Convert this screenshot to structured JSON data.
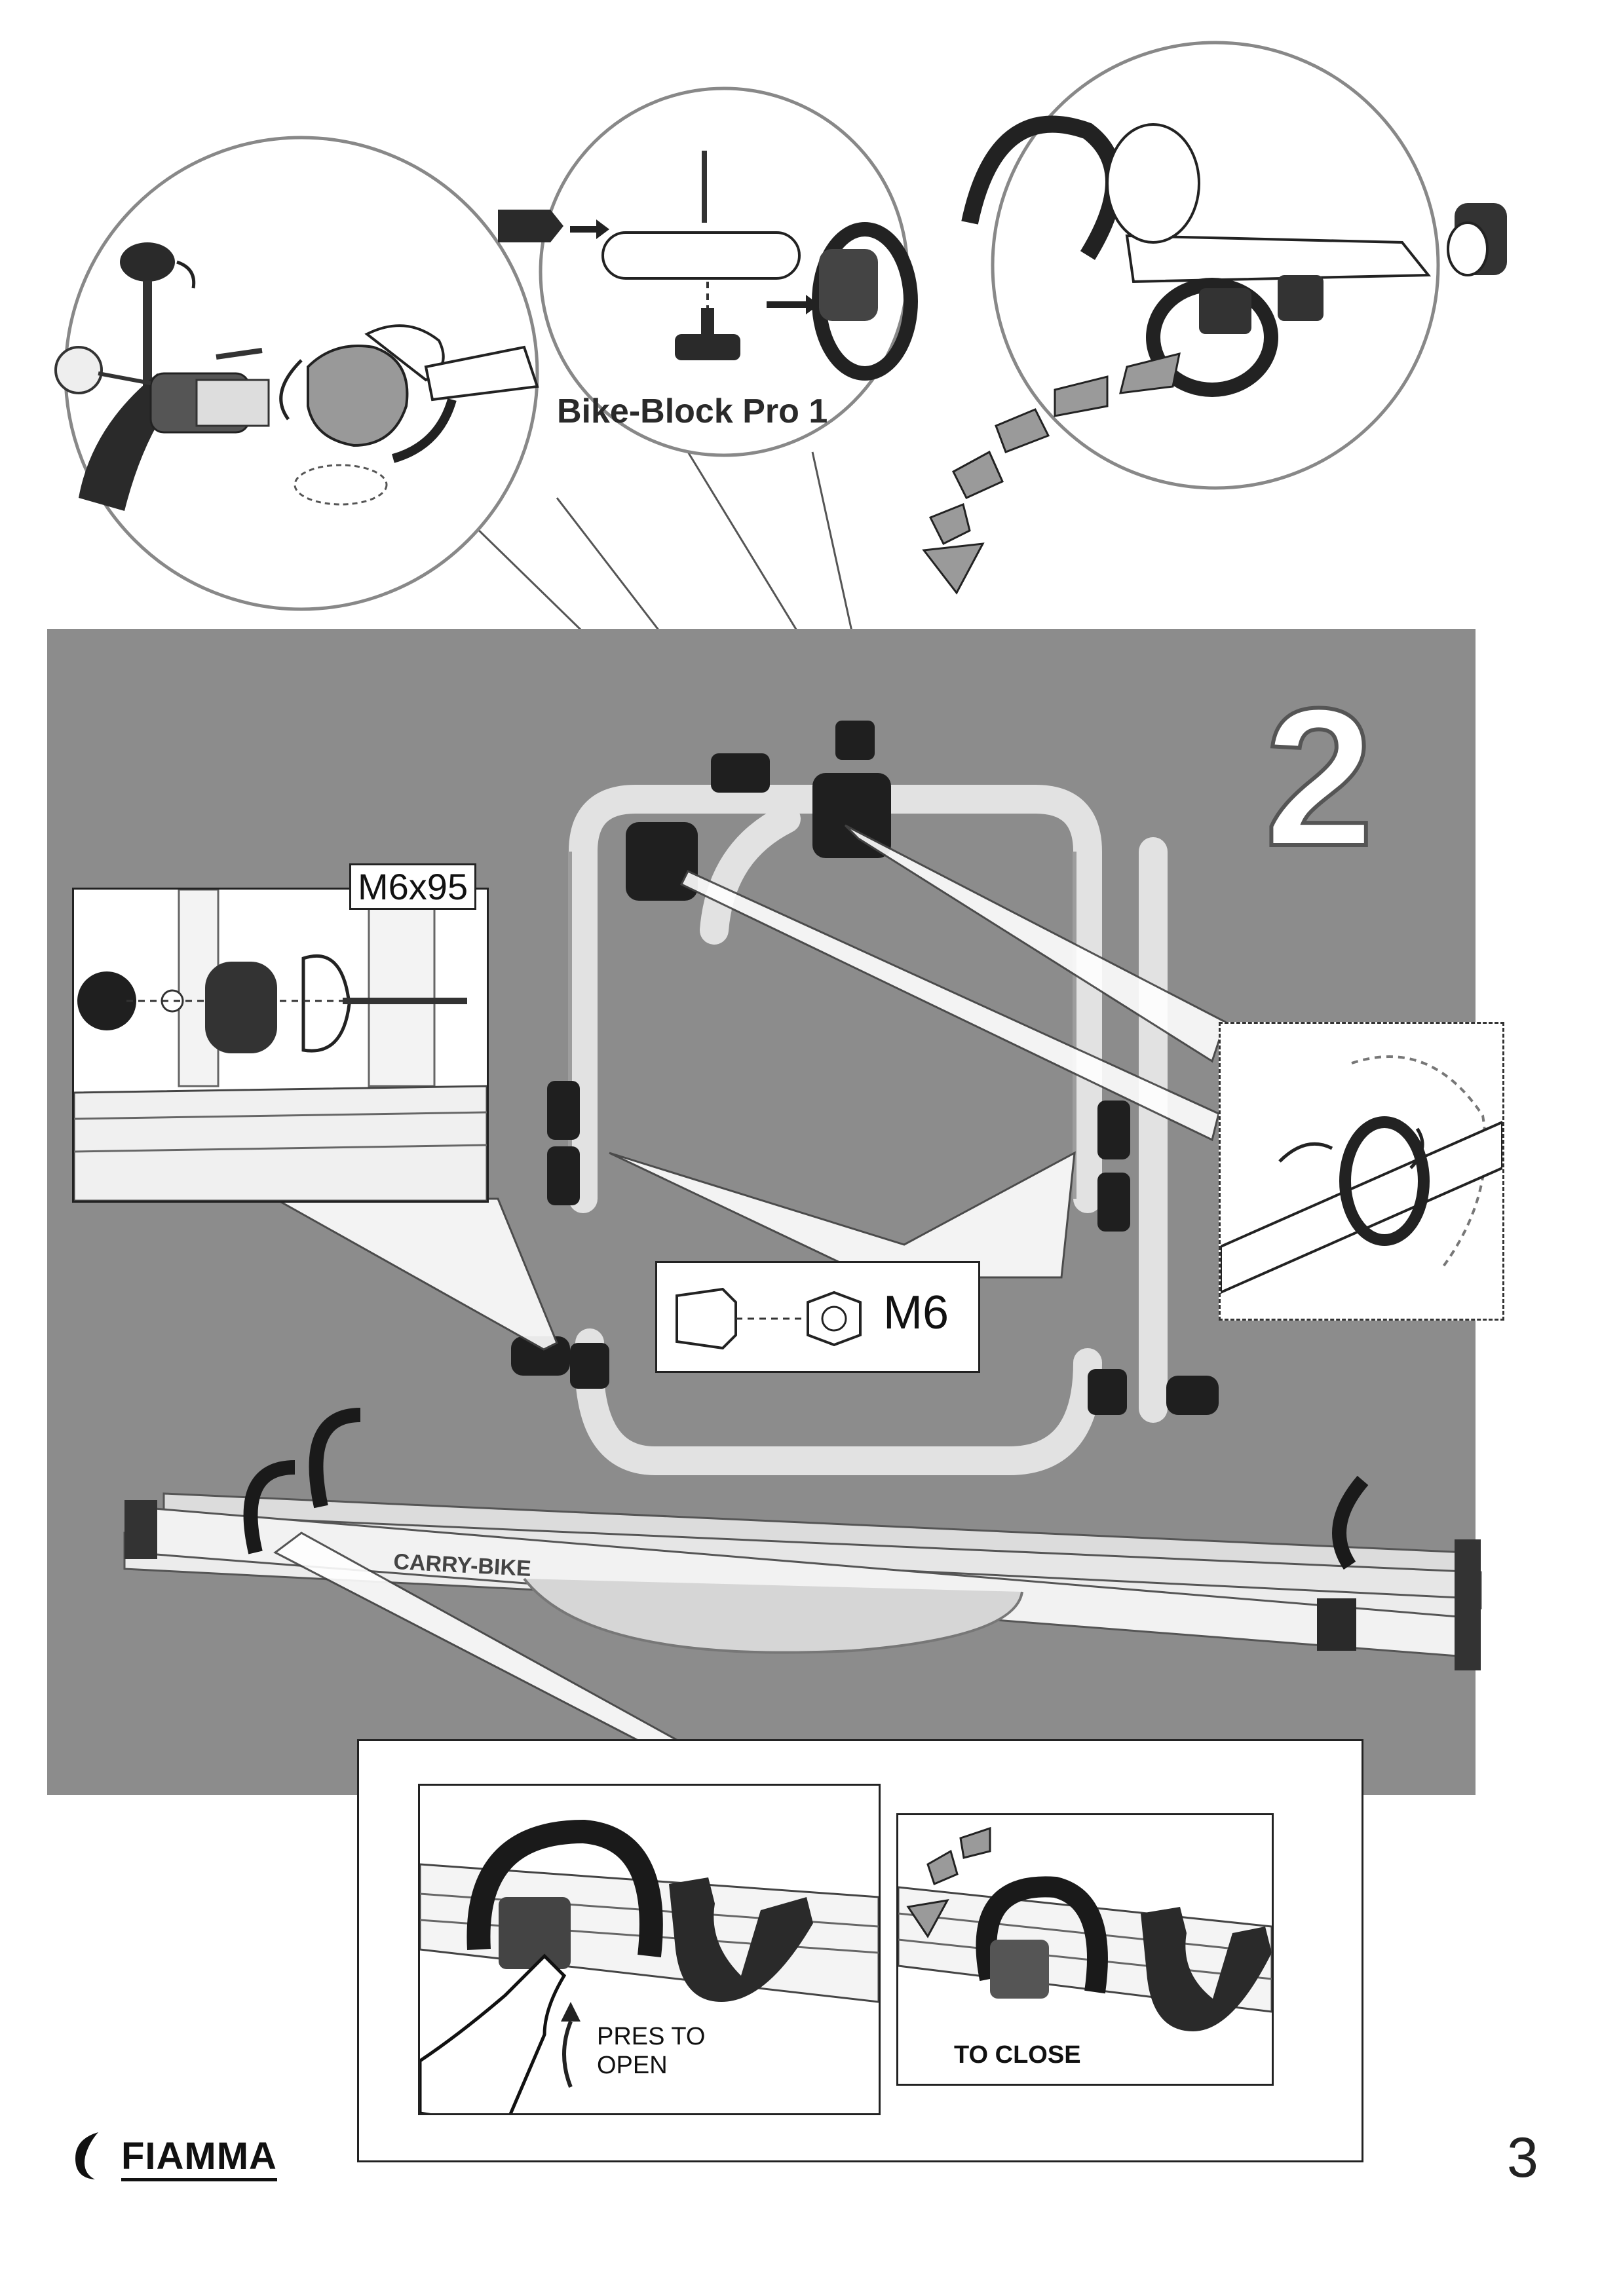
{
  "labels": {
    "product_name": "Bike-Block Pro 1",
    "step_number": "2",
    "screw_size": "M6x95",
    "nut_size": "M6",
    "press_to_open": "PRES TO\nOPEN",
    "to_close": "TO CLOSE",
    "rail_brand": "CARRY-BIKE"
  },
  "branding": {
    "logo": "FIAMMA"
  },
  "page": {
    "number": "3"
  },
  "colors": {
    "panel_gray": "#8c8c8c",
    "line": "#333333",
    "part_dark": "#2a2a2a",
    "rail_light": "#dcdcdc"
  }
}
